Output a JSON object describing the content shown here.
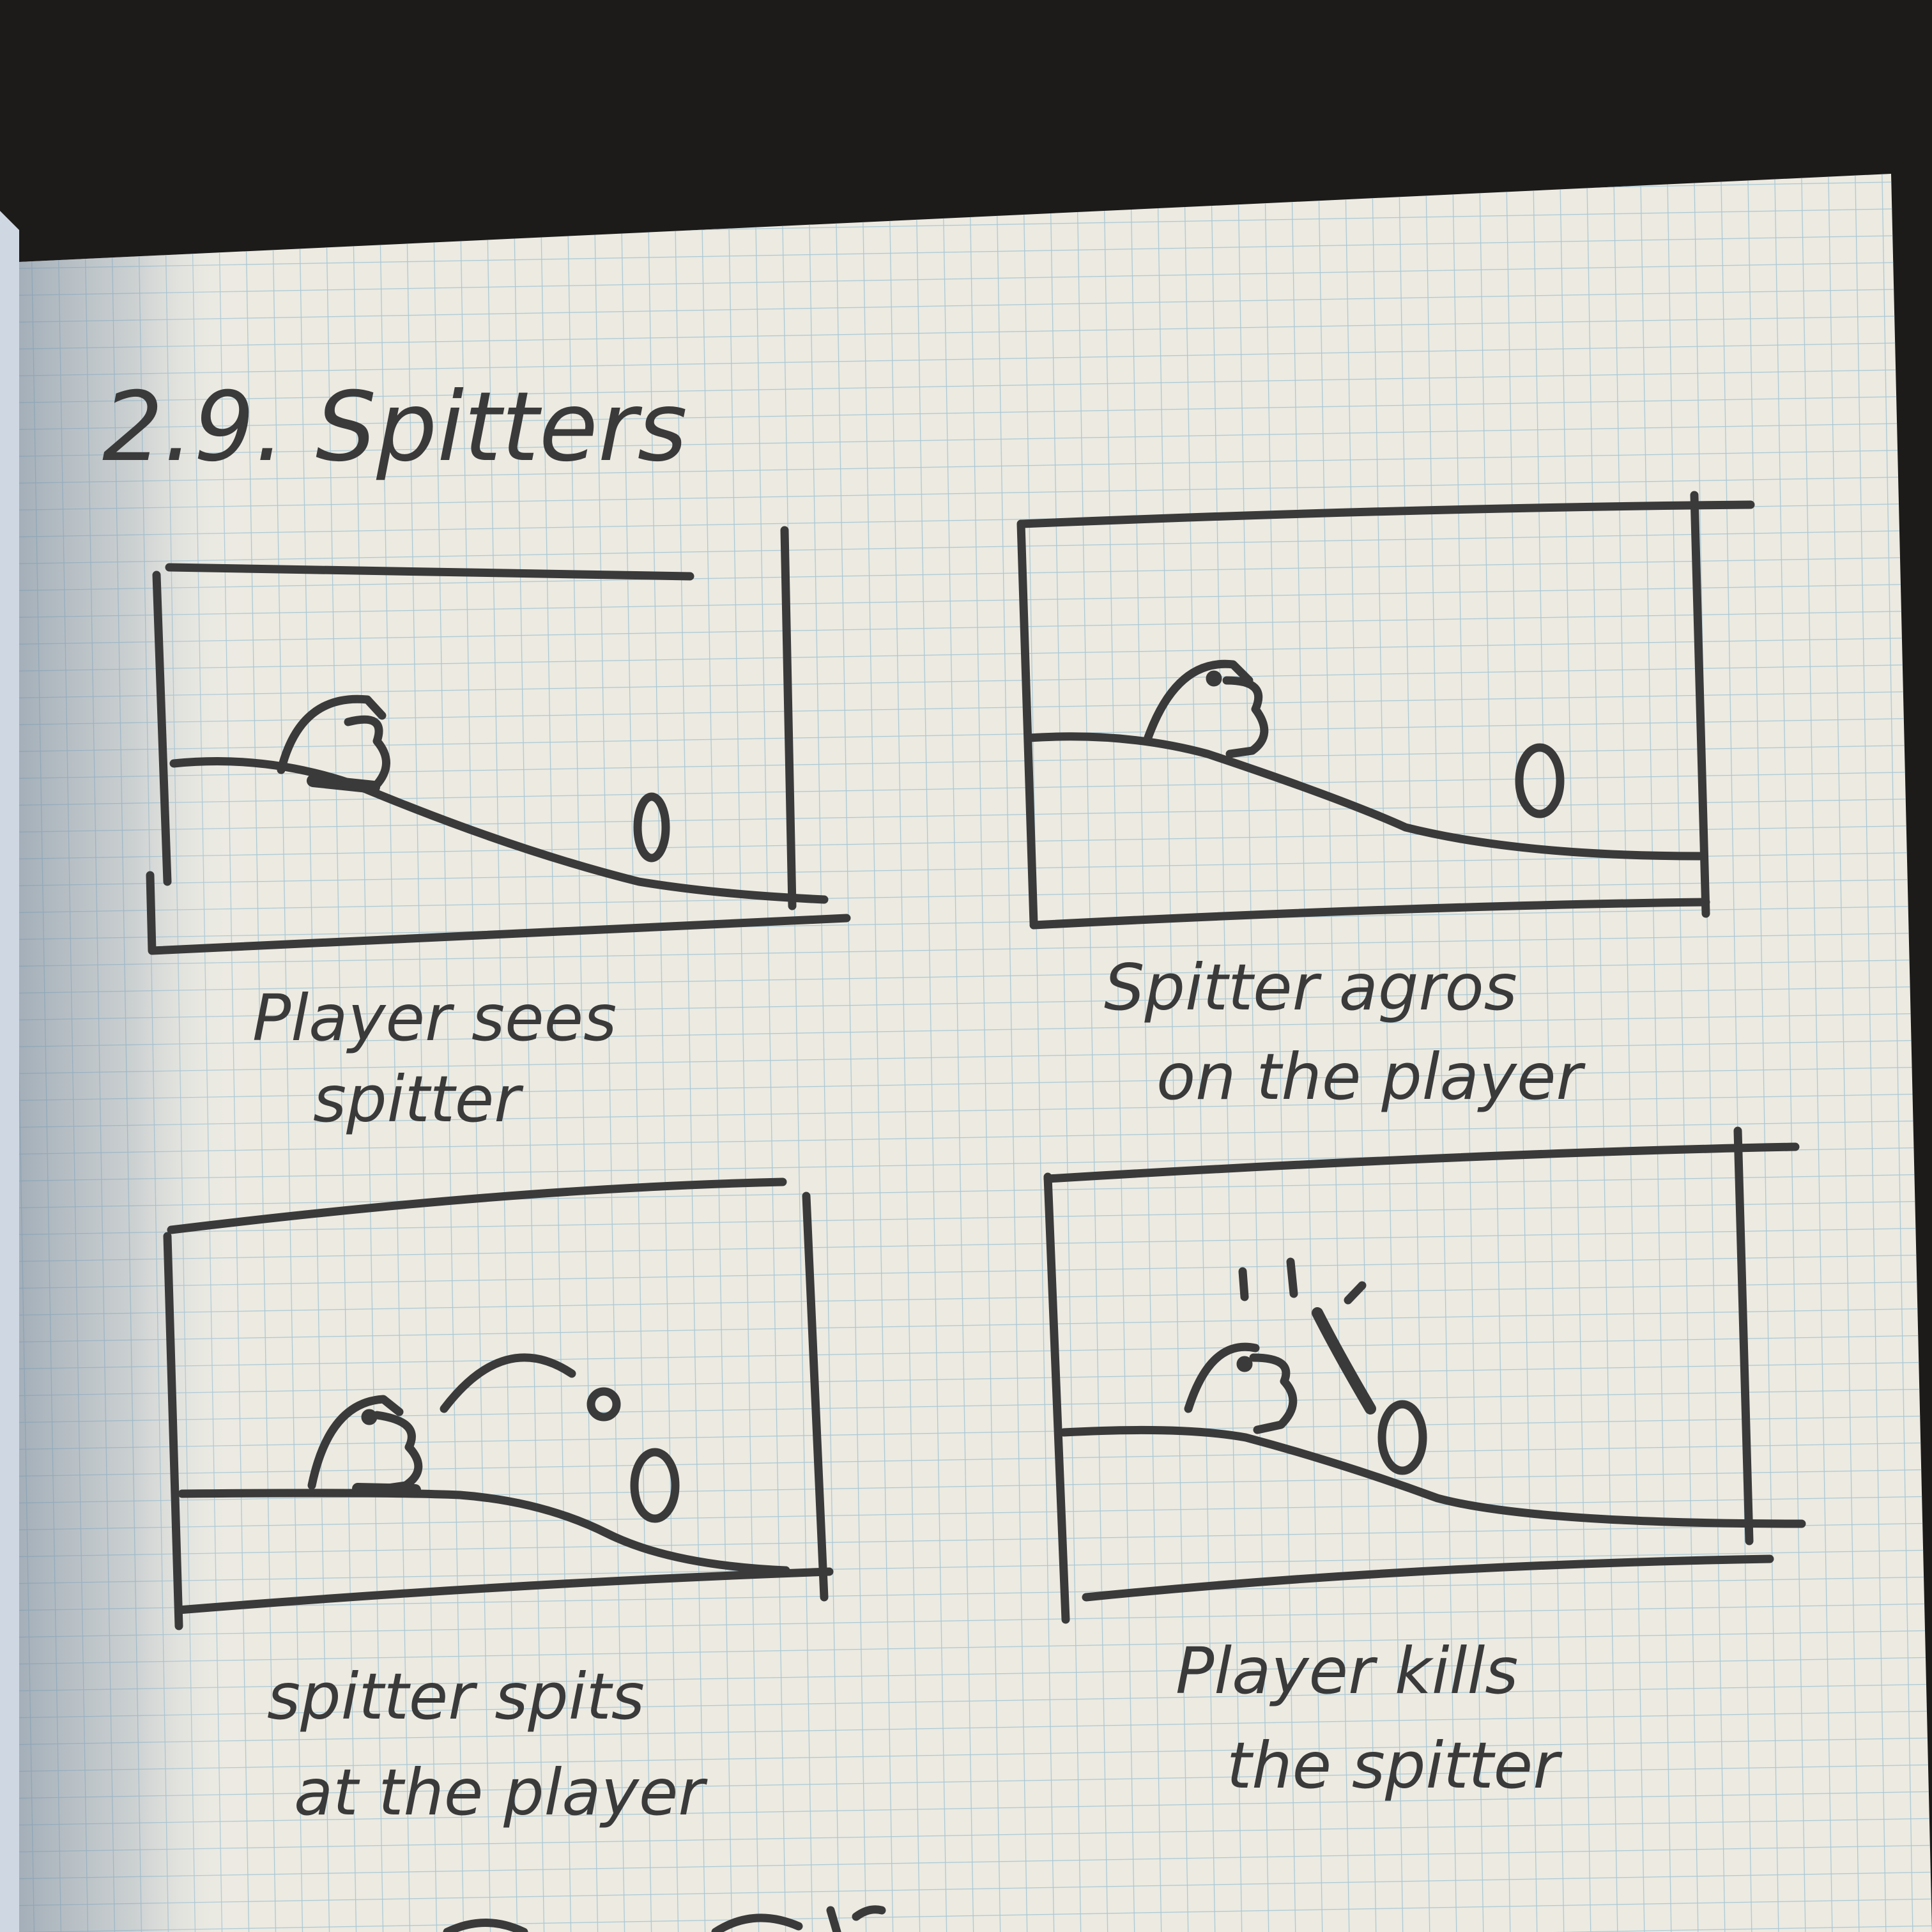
{
  "page": {
    "title": "2.9. Spitters",
    "paper_color": "#eceae1",
    "grid_color": "#9fc3d2",
    "ink_color": "#3a3a3a",
    "background_color": "#1c1b1a"
  },
  "panels": [
    {
      "caption_line1": "Player sees",
      "caption_line2": "spitter"
    },
    {
      "caption_line1": "Spitter agros",
      "caption_line2": "on the player"
    },
    {
      "caption_line1": "spitter spits",
      "caption_line2": "at the player"
    },
    {
      "caption_line1": "Player kills",
      "caption_line2": "the spitter"
    }
  ]
}
